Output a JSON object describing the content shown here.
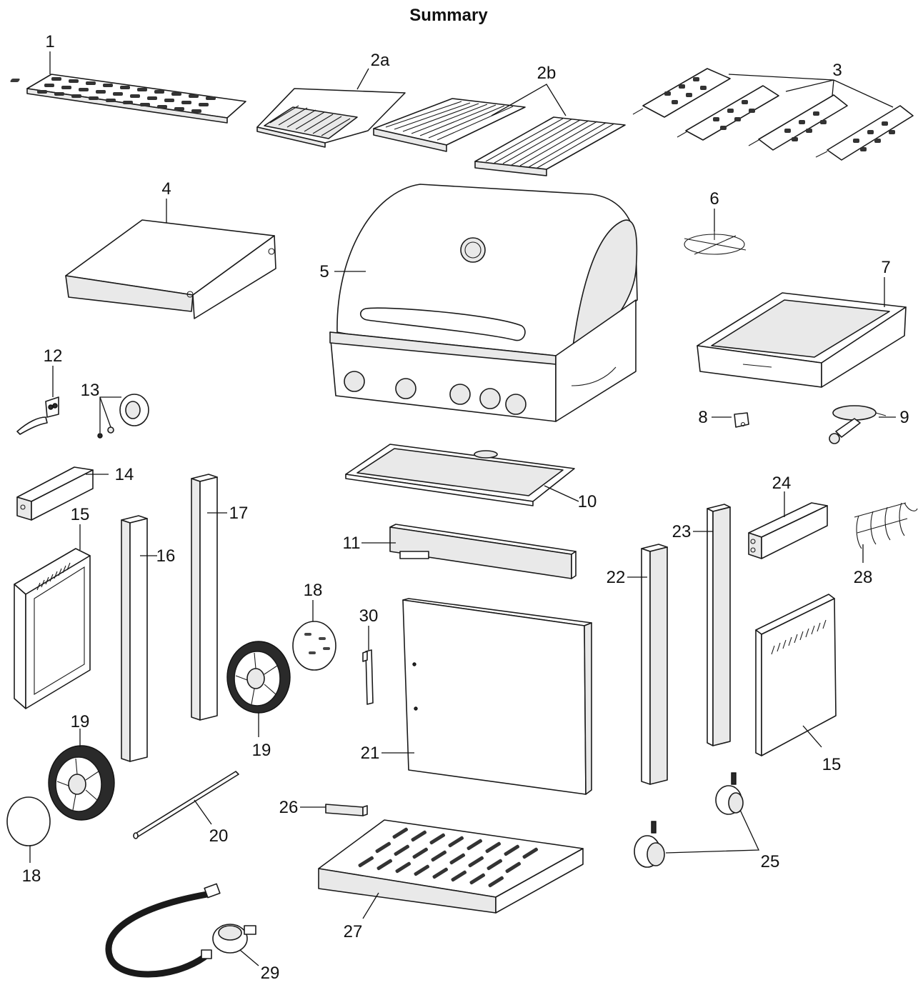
{
  "title": "Summary",
  "labels": {
    "p1": "1",
    "p2a": "2a",
    "p2b": "2b",
    "p3": "3",
    "p4": "4",
    "p5": "5",
    "p6": "6",
    "p7": "7",
    "p8": "8",
    "p9": "9",
    "p10": "10",
    "p11": "11",
    "p12": "12",
    "p13": "13",
    "p14": "14",
    "p15a": "15",
    "p15b": "15",
    "p16": "16",
    "p17": "17",
    "p18a": "18",
    "p18b": "18",
    "p19a": "19",
    "p19b": "19",
    "p20": "20",
    "p21": "21",
    "p22": "22",
    "p23": "23",
    "p24": "24",
    "p25": "25",
    "p26": "26",
    "p27": "27",
    "p28": "28",
    "p29": "29",
    "p30": "30"
  }
}
